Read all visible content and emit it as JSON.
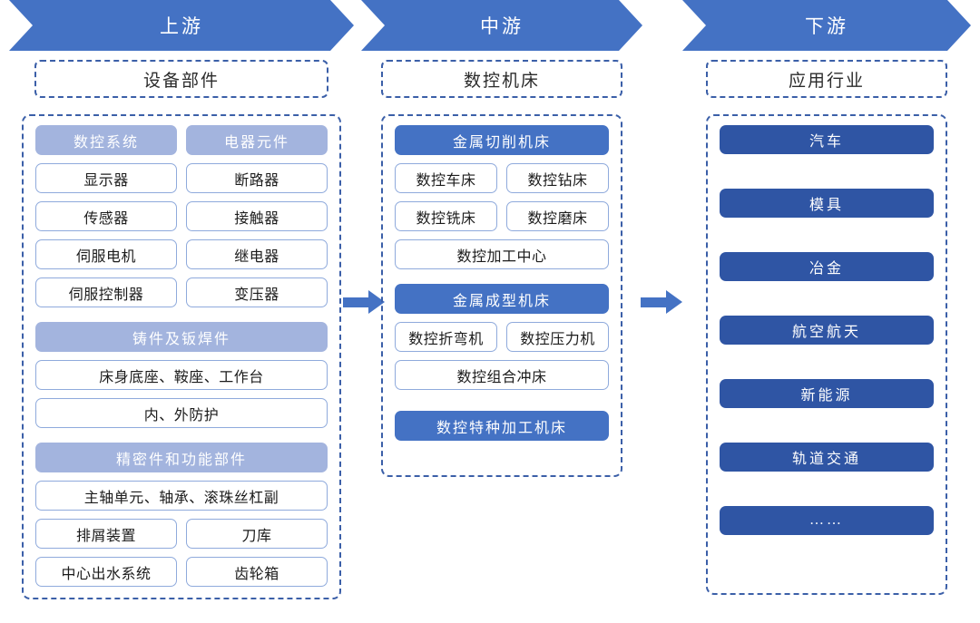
{
  "stages": [
    {
      "key": "upstream",
      "banner": "上游",
      "subtitle": "设备部件",
      "groups": [
        {
          "columns": [
            {
              "header": "数控系统",
              "items": [
                "显示器",
                "传感器",
                "伺服电机",
                "伺服控制器"
              ]
            },
            {
              "header": "电器元件",
              "items": [
                "断路器",
                "接触器",
                "继电器",
                "变压器"
              ]
            }
          ]
        },
        {
          "header": "铸件及钣焊件",
          "items": [
            "床身底座、鞍座、工作台",
            "内、外防护"
          ]
        },
        {
          "header": "精密件和功能部件",
          "items": [
            "主轴单元、轴承、滚珠丝杠副"
          ],
          "pairs": [
            [
              "排屑装置",
              "刀库"
            ],
            [
              "中心出水系统",
              "齿轮箱"
            ]
          ]
        }
      ]
    },
    {
      "key": "midstream",
      "banner": "中游",
      "subtitle": "数控机床",
      "groups": [
        {
          "header": "金属切削机床",
          "pairs": [
            [
              "数控车床",
              "数控钻床"
            ],
            [
              "数控铣床",
              "数控磨床"
            ]
          ],
          "items": [
            "数控加工中心"
          ]
        },
        {
          "header": "金属成型机床",
          "pairs": [
            [
              "数控折弯机",
              "数控压力机"
            ]
          ],
          "items": [
            "数控组合冲床"
          ]
        },
        {
          "header": "数控特种加工机床",
          "standalone": true
        }
      ]
    },
    {
      "key": "downstream",
      "banner": "下游",
      "subtitle": "应用行业",
      "industries": [
        "汽车",
        "模具",
        "冶金",
        "航空航天",
        "新能源",
        "轨道交通",
        "……"
      ]
    }
  ],
  "connectors": [
    {
      "name": "upstream-to-midstream",
      "glyph": "right-arrow"
    },
    {
      "name": "midstream-to-downstream",
      "glyph": "right-arrow"
    }
  ],
  "colors": {
    "chevron_blue": "#4472C4",
    "group_header_light": "#A3B4DE",
    "group_header_mid": "#4472C4",
    "downstream_navy": "#2F55A4",
    "box_border": "#8FAADC",
    "dashed_border": "#3B5FA8"
  }
}
